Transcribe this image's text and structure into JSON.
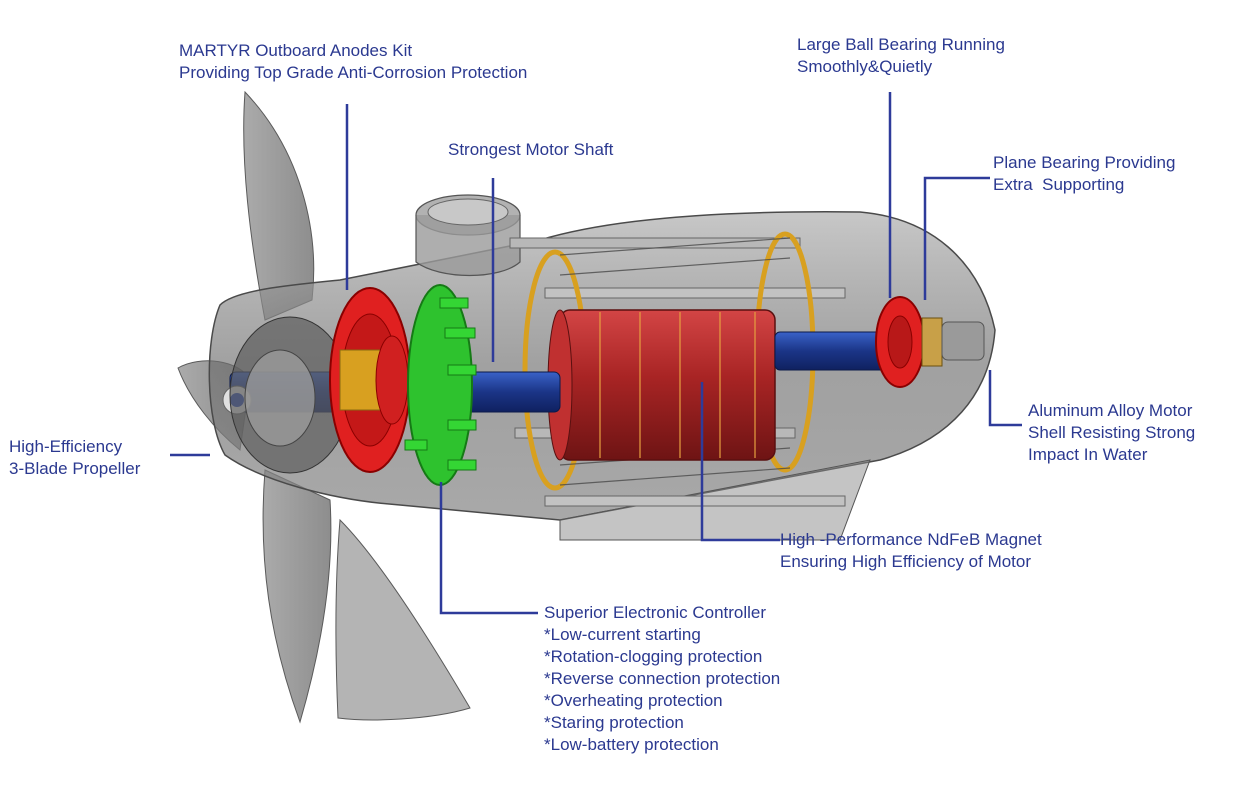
{
  "labels": {
    "anodes": [
      "MARTYR Outboard Anodes Kit",
      "Providing Top Grade Anti-Corrosion Protection"
    ],
    "shaft": [
      "Strongest Motor Shaft"
    ],
    "ball_bearing": [
      "Large Ball Bearing Running",
      "Smoothly&Quietly"
    ],
    "plane_bearing": [
      "Plane Bearing Providing",
      "Extra  Supporting"
    ],
    "propeller": [
      "High-Efficiency",
      "3-Blade Propeller"
    ],
    "shell": [
      "Aluminum Alloy Motor",
      "Shell Resisting Strong",
      "Impact In Water"
    ],
    "magnet": [
      "High -Performance NdFeB Magnet",
      "Ensuring High Efficiency of Motor"
    ],
    "controller": [
      "Superior Electronic Controller",
      "*Low-current starting",
      "*Rotation-clogging protection",
      "*Reverse connection protection",
      "*Overheating protection",
      "*Staring protection",
      "*Low-battery protection"
    ]
  },
  "colors": {
    "label_text": "#2b3990",
    "leader_line": "#2e3b9a",
    "shell": "#8a8a8a",
    "anode": "#e02020",
    "controller": "#2ec22e",
    "magnet": "#b02a2a",
    "coil": "#d8a020",
    "shaft": "#1f3f9a"
  }
}
